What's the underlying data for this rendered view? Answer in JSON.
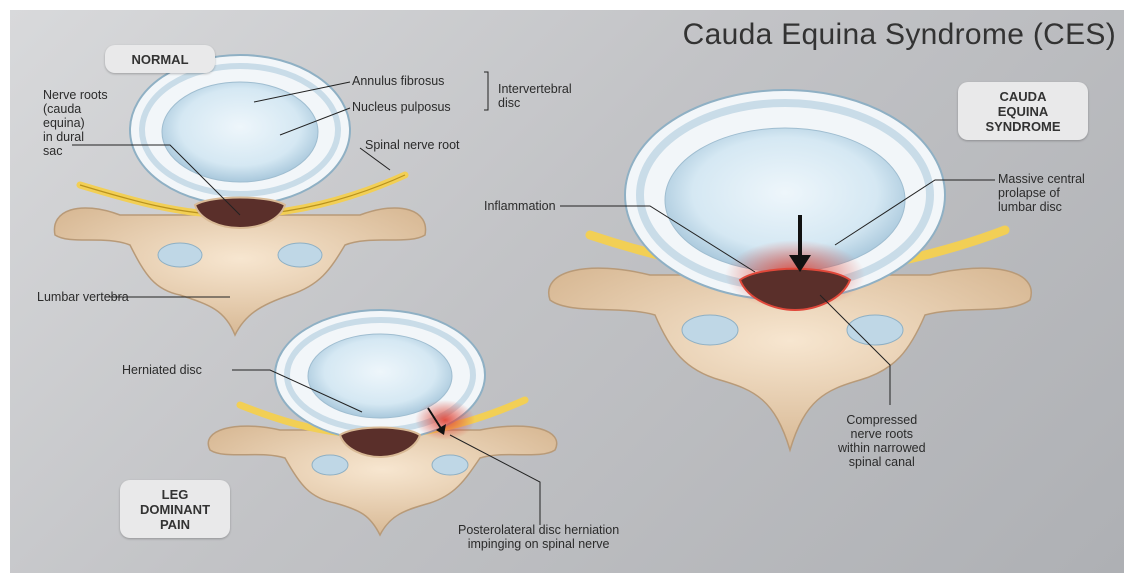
{
  "title": "Cauda Equina Syndrome (CES)",
  "badges": {
    "normal": "NORMAL",
    "ces": "CAUDA\nEQUINA\nSYNDROME",
    "leg": "LEG\nDOMINANT\nPAIN"
  },
  "labels": {
    "annulus": "Annulus fibrosus",
    "nucleus": "Nucleus pulposus",
    "intervertebral": "Intervertebral\ndisc",
    "nerve_roots": "Nerve roots\n(cauda\nequina)\nin dural\nsac",
    "spinal_nerve_root": "Spinal nerve root",
    "lumbar_vertebra": "Lumbar vertebra",
    "inflammation": "Inflammation",
    "massive_prolapse": "Massive central\nprolapse of\nlumbar disc",
    "herniated_disc": "Herniated disc",
    "compressed": "Compressed\nnerve roots\nwithin narrowed\nspinal canal",
    "posterolateral": "Posterolateral disc herniation\nimpinging on spinal nerve"
  },
  "colors": {
    "bone": "#efd9bf",
    "disc": "#dcecf5",
    "nerve": "#f2cf55",
    "dura": "#5a2f2a",
    "inflammation": "#e0483a"
  }
}
